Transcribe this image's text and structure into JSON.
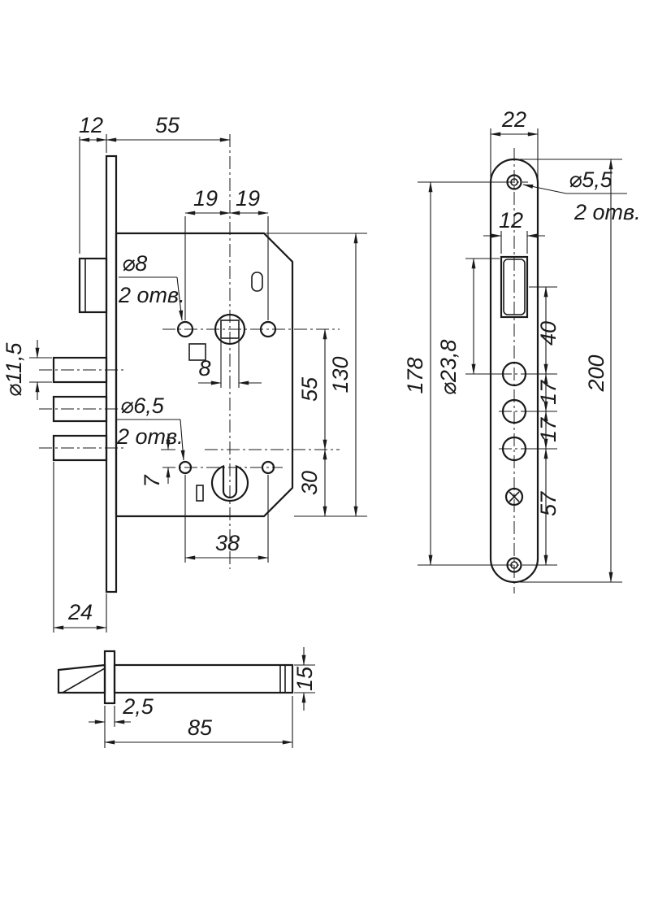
{
  "drawing": {
    "main_view": {
      "dim_faceplate_offset": "12",
      "dim_backset": "55",
      "dim_hole_left": "19",
      "dim_hole_right": "19",
      "callout_top_holes_dia": "⌀8",
      "callout_top_holes_count": "2 отв.",
      "dim_square": "8",
      "callout_bottom_holes_dia": "⌀6,5",
      "callout_bottom_holes_count": "2 отв.",
      "dim_offset_7": "7",
      "dim_bolt_dia": "⌀11,5",
      "dim_centers_55": "55",
      "dim_body_height": "130",
      "dim_bottom_30": "30",
      "dim_holes_span": "38",
      "dim_bolt_throw": "24"
    },
    "faceplate_view": {
      "dim_width": "22",
      "callout_screw_dia": "⌀5,5",
      "callout_screw_count": "2 отв.",
      "dim_latch_width": "12",
      "dim_bolt_hole_dia": "⌀23,8",
      "dim_screw_centers": "178",
      "dim_latch_to_hole": "40",
      "dim_hole_gap_1": "17",
      "dim_hole_gap_2": "17",
      "dim_hole_to_screw": "57",
      "dim_total_height": "200"
    },
    "latch_view": {
      "dim_plate_thickness": "2,5",
      "dim_length": "85",
      "dim_height": "15"
    }
  }
}
